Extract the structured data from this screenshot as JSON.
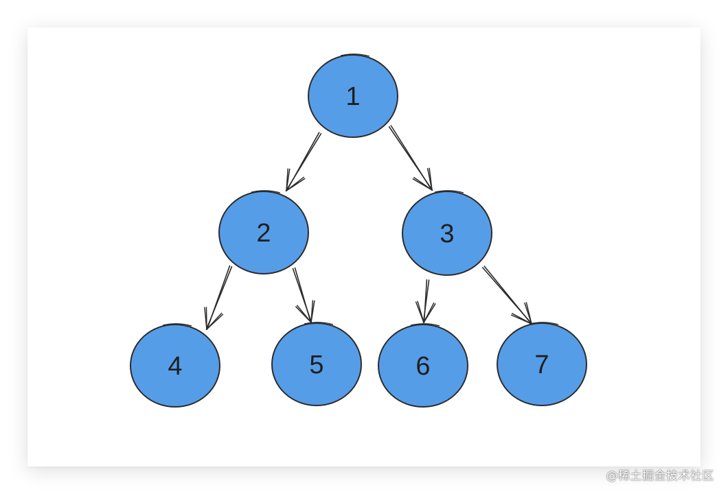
{
  "diagram": {
    "colors": {
      "node_fill": "#569de8",
      "node_stroke": "#2b2b2b",
      "edge_stroke": "#2b2b2b",
      "label": "#1f1f1f"
    },
    "nodes": [
      {
        "id": "1",
        "label": "1"
      },
      {
        "id": "2",
        "label": "2"
      },
      {
        "id": "3",
        "label": "3"
      },
      {
        "id": "4",
        "label": "4"
      },
      {
        "id": "5",
        "label": "5"
      },
      {
        "id": "6",
        "label": "6"
      },
      {
        "id": "7",
        "label": "7"
      }
    ],
    "edges": [
      {
        "from": "1",
        "to": "2"
      },
      {
        "from": "1",
        "to": "3"
      },
      {
        "from": "2",
        "to": "4"
      },
      {
        "from": "2",
        "to": "5"
      },
      {
        "from": "3",
        "to": "6"
      },
      {
        "from": "3",
        "to": "7"
      }
    ]
  },
  "watermark": {
    "text": "@稀土掘金技术社区"
  }
}
